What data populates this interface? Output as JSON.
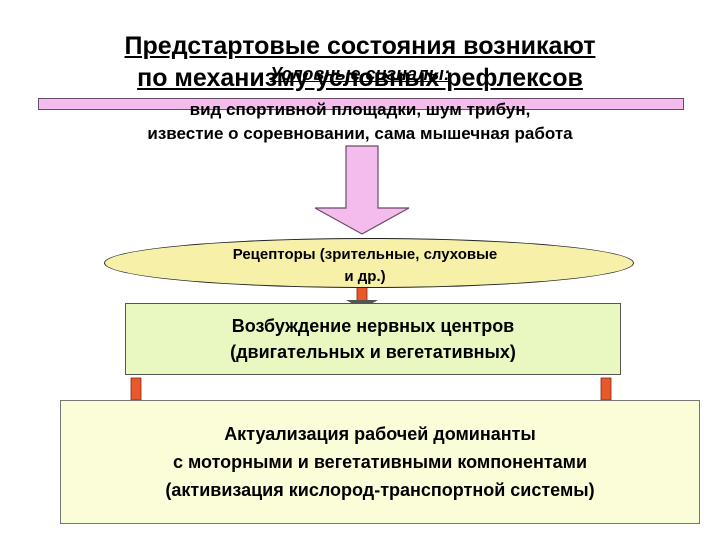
{
  "title": {
    "line1": "Предстартовые состояния возникают",
    "line2": "по механизму условных рефлексов"
  },
  "signals": {
    "label": "Условные сигналы:",
    "line1": "вид спортивной площадки, шум трибун,",
    "line2": "известие о соревновании, сама мышечная работа"
  },
  "receptors": {
    "line1": "Рецепторы (зрительные, слуховые",
    "line2": "и др.)"
  },
  "excitation": {
    "line1": "Возбуждение нервных центров",
    "line2": "(двигательных и вегетативных)"
  },
  "actualization": {
    "line1": "Актуализация рабочей доминанты",
    "line2": "с моторными и вегетативными компонентами",
    "line3": "(активизация кислород-транспортной системы)"
  },
  "colors": {
    "pink_arrow": "#f4bcec",
    "ellipse_fill": "#f6f0a8",
    "box_green": "#e8f8c0",
    "box_yellow": "#fbfcd8",
    "small_arrow": "#e8582a"
  }
}
